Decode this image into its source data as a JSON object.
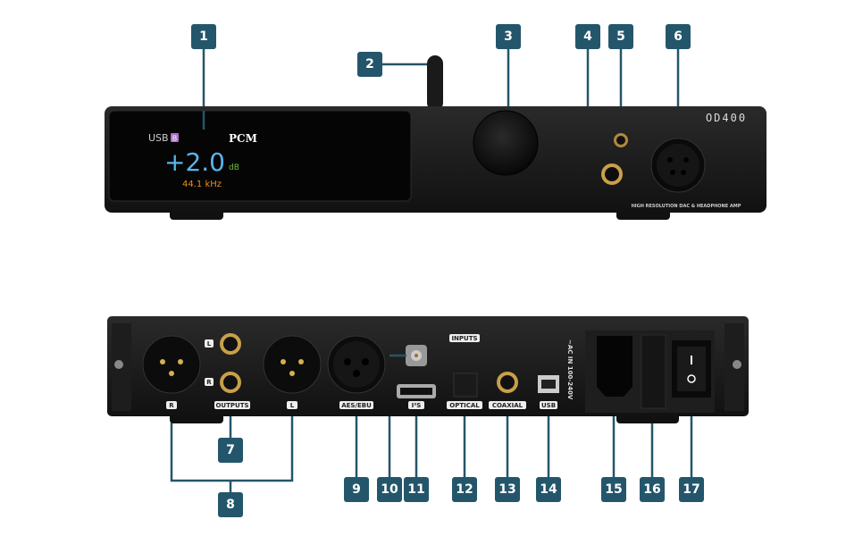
{
  "callouts": [
    "1",
    "2",
    "3",
    "4",
    "5",
    "6",
    "7",
    "8",
    "9",
    "10",
    "11",
    "12",
    "13",
    "14",
    "15",
    "16",
    "17"
  ],
  "front": {
    "display": {
      "input": "USB",
      "input_badge": "B",
      "format": "PCM",
      "volume": "+2.0",
      "volume_unit": "dB",
      "sample_rate": "44.1 kHz"
    },
    "model_logo": "OD400",
    "tagline": "HIGH RESOLUTION DAC & HEADPHONE AMP"
  },
  "rear": {
    "labels": {
      "r": "R",
      "l": "L",
      "rca_l": "L",
      "rca_r": "R",
      "outputs": "OUTPUTS",
      "aes": "AES/EBU",
      "i2s": "I²S",
      "optical": "OPTICAL",
      "coaxial": "COAXIAL",
      "usb": "USB",
      "inputs": "INPUTS",
      "ac": "~AC IN 100-240V"
    }
  },
  "colors": {
    "badge": "#24566b",
    "volume": "#5ab4ea",
    "unit": "#6cc23a",
    "rate": "#e8901e",
    "chassis": "#151515"
  }
}
